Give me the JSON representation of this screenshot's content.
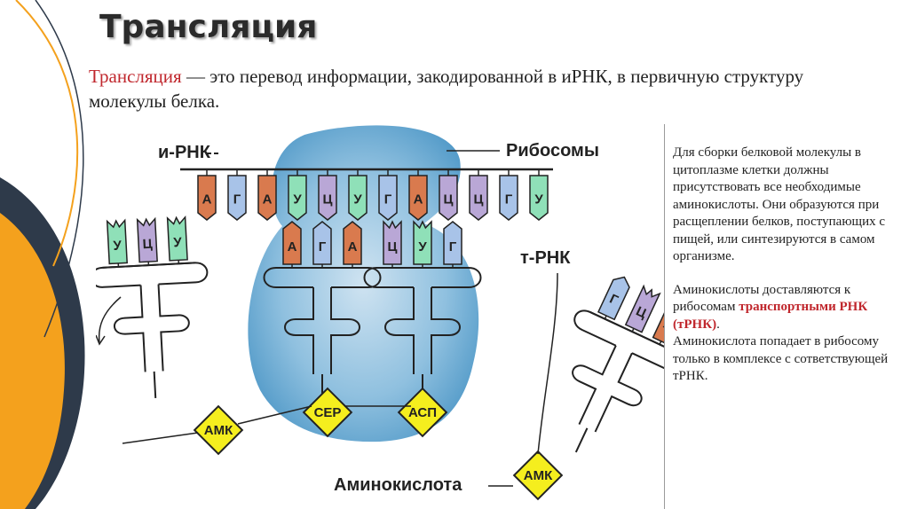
{
  "title": "Трансляция",
  "intro": {
    "term": "Трансляция",
    "rest": " — это перевод информации, закодированной в иРНК, в первичную структуру молекулы белка."
  },
  "diagram": {
    "mrna_label": "и-РНК",
    "ribosome_label": "Рибосомы",
    "trna_label": "т-РНК",
    "amino_label": "Аминокислота",
    "mrna_codons": [
      "А",
      "Г",
      "А",
      "У",
      "Ц",
      "У",
      "Г",
      "А",
      "Ц",
      "Ц",
      "Г",
      "У"
    ],
    "trna_ser_anticodon": [
      "А",
      "Г",
      "А"
    ],
    "trna_asp_anticodon": [
      "Ц",
      "У",
      "Г"
    ],
    "trna_left_anticodon": [
      "У",
      "Ц",
      "У"
    ],
    "trna_right_anticodon": [
      "Г",
      "Ц",
      "А"
    ],
    "amino_ser": "СЕР",
    "amino_asp": "АСП",
    "amino_left": "АМК",
    "amino_right": "АМК"
  },
  "side": {
    "p1": "Для сборки белковой молекулы в цитоплазме клетки должны присутствовать все необходимые аминокислоты. Они образуются при расщеплении белков, поступающих с пищей, или синтезируются в самом организме.",
    "p2_a": "Аминокислоты доставляются к рибосомам ",
    "p2_hl": "транспортными РНК (тРНК)",
    "p2_b": ".",
    "p3": "Аминокислота попадает в рибосому только в комплексе с сответствующей тРНК."
  },
  "colors": {
    "A": "#d97a4e",
    "G": "#a8c3e8",
    "U": "#8fe0b8",
    "C": "#b9a7d6",
    "ribosome": "#5a9fcb",
    "amino": "#f5ee1e",
    "accent": "#c0272d",
    "deco_orange": "#f4a11d",
    "deco_dark": "#2e3a4a"
  }
}
